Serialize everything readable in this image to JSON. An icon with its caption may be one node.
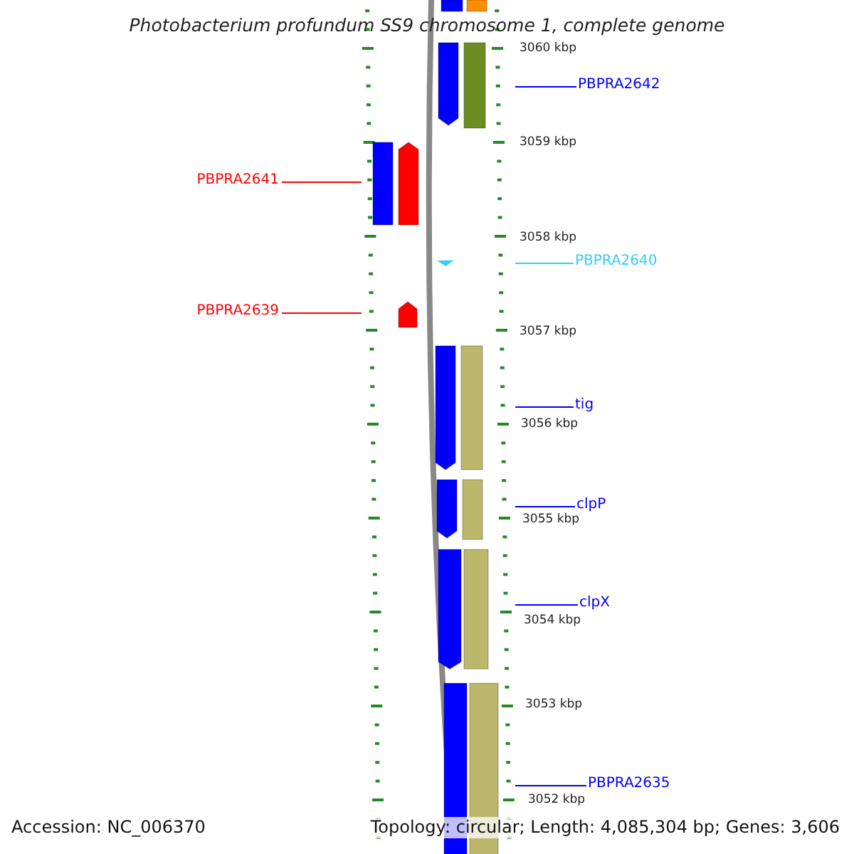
{
  "diagram": {
    "title": "Photobacterium profundum SS9 chromosome 1, complete genome",
    "nodes": [
      {
        "text": [
          "PBPRA2642"
        ]
      },
      {
        "text": [
          "PBPRA2641"
        ]
      },
      {
        "text": [
          "PBPRA2640"
        ]
      },
      {
        "text": [
          "PBPRA2639"
        ]
      },
      {
        "text": [
          "tig"
        ]
      },
      {
        "text": [
          "clpP"
        ]
      },
      {
        "text": [
          "clpX"
        ]
      },
      {
        "text": [
          "PBPRA2635"
        ]
      },
      {
        "text": [],
        "shape": "picture"
      }
    ],
    "edges": [
      {
        "from": 0,
        "to": 8,
        "arrow": "none"
      },
      {
        "from": 1,
        "to": 8,
        "arrow": "none",
        "color": "#ff0000"
      },
      {
        "from": 2,
        "to": 8,
        "arrow": "none",
        "color": "#33ccff"
      },
      {
        "from": 3,
        "to": 8,
        "arrow": "none",
        "color": "#ff0000"
      },
      {
        "from": 4,
        "to": 8,
        "arrow": "none"
      },
      {
        "from": 5,
        "to": 8,
        "arrow": "none"
      },
      {
        "from": 6,
        "to": 8,
        "arrow": "none"
      },
      {
        "from": 7,
        "to": 8,
        "arrow": "none"
      }
    ],
    "labels": [
      "3060 kbp",
      "3059 kbp",
      "3058 kbp",
      "3057 kbp",
      "3056 kbp",
      "3055 kbp",
      "3054 kbp",
      "3053 kbp",
      "3052 kbp",
      "Accession: NC_006370",
      "Topology: circular; Length: 4,085,304 bp; Genes: 3,606"
    ]
  }
}
